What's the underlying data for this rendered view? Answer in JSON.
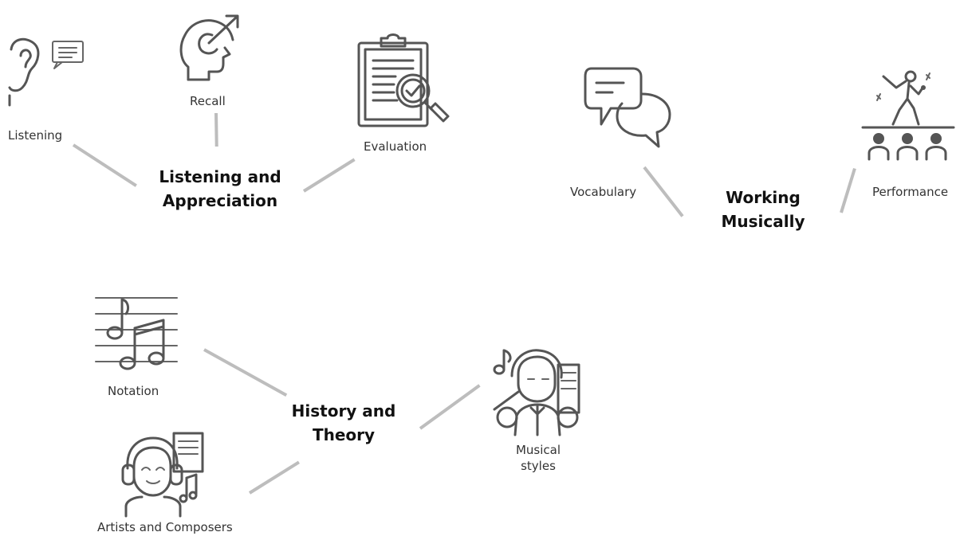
{
  "hubs": {
    "listening_appreciation": [
      "Listening and",
      "Appreciation"
    ],
    "working_musically": [
      "Working",
      "Musically"
    ],
    "history_theory": [
      "History and",
      "Theory"
    ]
  },
  "nodes": {
    "listening": "Listening",
    "recall": "Recall",
    "evaluation": "Evaluation",
    "vocabulary": "Vocabulary",
    "performance": "Performance",
    "notation": "Notation",
    "artists_composers": "Artists and Composers",
    "musical_styles": [
      "Musical",
      "styles"
    ]
  },
  "icons": {
    "listening": "ear-speech-icon",
    "recall": "head-memory-icon",
    "evaluation": "clipboard-magnifier-icon",
    "vocabulary": "speech-bubbles-icon",
    "performance": "singer-stage-icon",
    "notation": "music-staff-icon",
    "artists_composers": "musician-headphones-icon",
    "musical_styles": "conductor-icon"
  },
  "colors": {
    "connector": "#bdbdbd",
    "icon_stroke": "#555555"
  }
}
